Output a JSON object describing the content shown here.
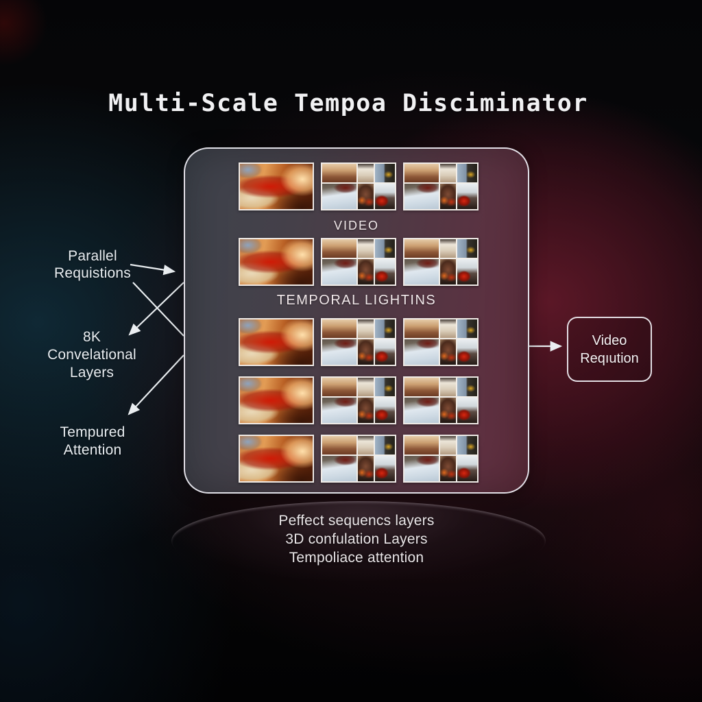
{
  "title": "Multi-Scale Tempoa Disciminator",
  "left_labels": [
    {
      "name": "parallel-requstions",
      "lines": [
        "Parallel",
        "Requistions"
      ]
    },
    {
      "name": "8k-convelational-layers",
      "lines": [
        "8K",
        "Convelational",
        "Layers"
      ]
    },
    {
      "name": "tempured-attention",
      "lines": [
        "Tempured",
        "Attention"
      ]
    }
  ],
  "panel": {
    "video_label": "VIDEO",
    "temporal_label": "TEMPORAL LIGHTINS",
    "frame_rows": [
      [
        "single",
        "grid",
        "grid"
      ],
      [
        "single",
        "grid",
        "grid"
      ],
      [
        "single",
        "grid",
        "grid"
      ],
      [
        "single",
        "grid",
        "grid"
      ],
      [
        "single",
        "grid",
        "grid"
      ]
    ]
  },
  "output_box": {
    "lines": [
      "Video",
      "Reqıution"
    ]
  },
  "footer_lines": [
    "Peffect sequencs layers",
    "3D confulation Layers",
    "Tempoliace attention"
  ],
  "colors": {
    "background_teal": "#112e3c",
    "background_maroon": "#5e1828",
    "panel_border": "#eeeef4",
    "text": "#e9eef2"
  }
}
